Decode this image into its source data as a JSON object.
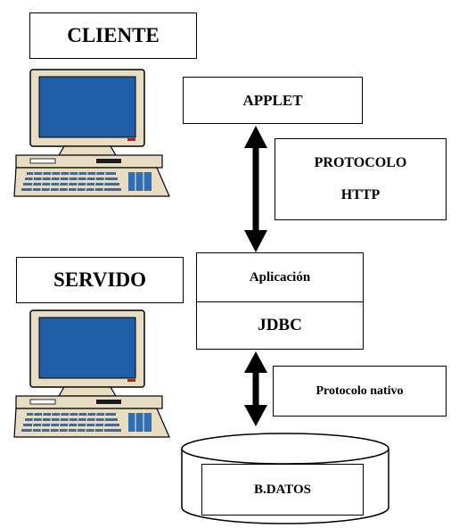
{
  "client": {
    "title": "CLIENTE"
  },
  "applet": {
    "label": "APPLET"
  },
  "http": {
    "line1": "PROTOCOLO",
    "line2": "HTTP"
  },
  "server": {
    "title": "SERVIDO"
  },
  "app": {
    "top_label": "Aplicación",
    "bottom_label": "JDBC"
  },
  "native": {
    "label": "Protocolo nativo"
  },
  "database": {
    "label": "B.DATOS"
  },
  "icons": {
    "client_computer": "desktop-computer-icon",
    "server_computer": "desktop-computer-icon"
  },
  "colors": {
    "screen": "#1f5fa8",
    "case": "#e8dcc2",
    "keyboard": "#e8dcc2",
    "keys": "#2f6fb8",
    "led": "#e01010"
  }
}
